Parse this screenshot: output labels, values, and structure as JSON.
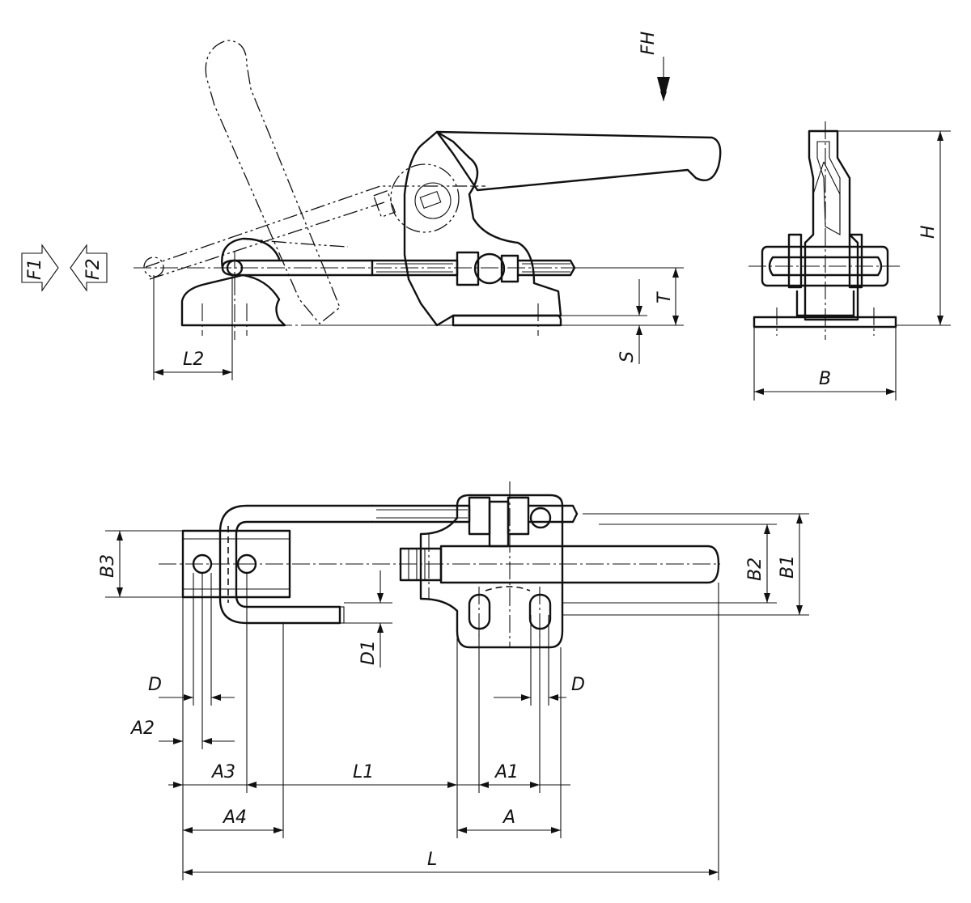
{
  "labels": {
    "fh": "FH",
    "f1": "F1",
    "f2": "F2",
    "h": "H",
    "t": "T",
    "s": "S",
    "l2": "L2",
    "b": "B",
    "b1": "B1",
    "b2": "B2",
    "b3": "B3",
    "d1": "D1",
    "d_left": "D",
    "d_right": "D",
    "a2": "A2",
    "a3": "A3",
    "a4": "A4",
    "l1": "L1",
    "a1": "A1",
    "a": "A",
    "l": "L"
  }
}
